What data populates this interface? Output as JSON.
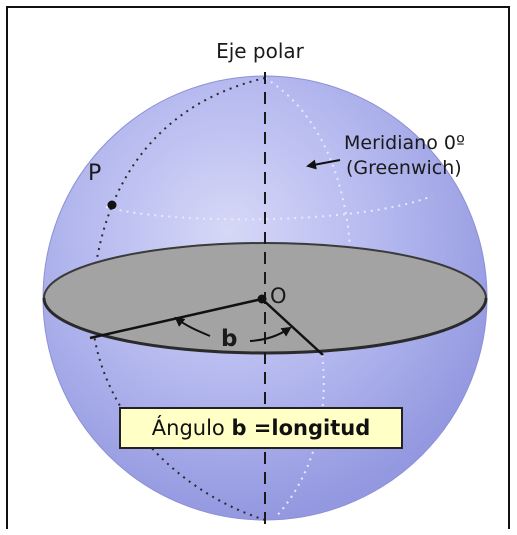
{
  "labels": {
    "polar_axis": "Eje polar",
    "meridian_line1": "Meridiano 0º",
    "meridian_line2": "(Greenwich)",
    "point_p": "P",
    "origin": "O",
    "angle_symbol": "b"
  },
  "caption": {
    "prefix": "Ángulo ",
    "symbol": "b",
    "rest": " =longitud"
  },
  "colors": {
    "sphere_fill": "#a4a9ea",
    "sphere_highlight": "#d4d6f6",
    "equator_plane": "#a3a3a3",
    "caption_background": "#ffffc6"
  }
}
